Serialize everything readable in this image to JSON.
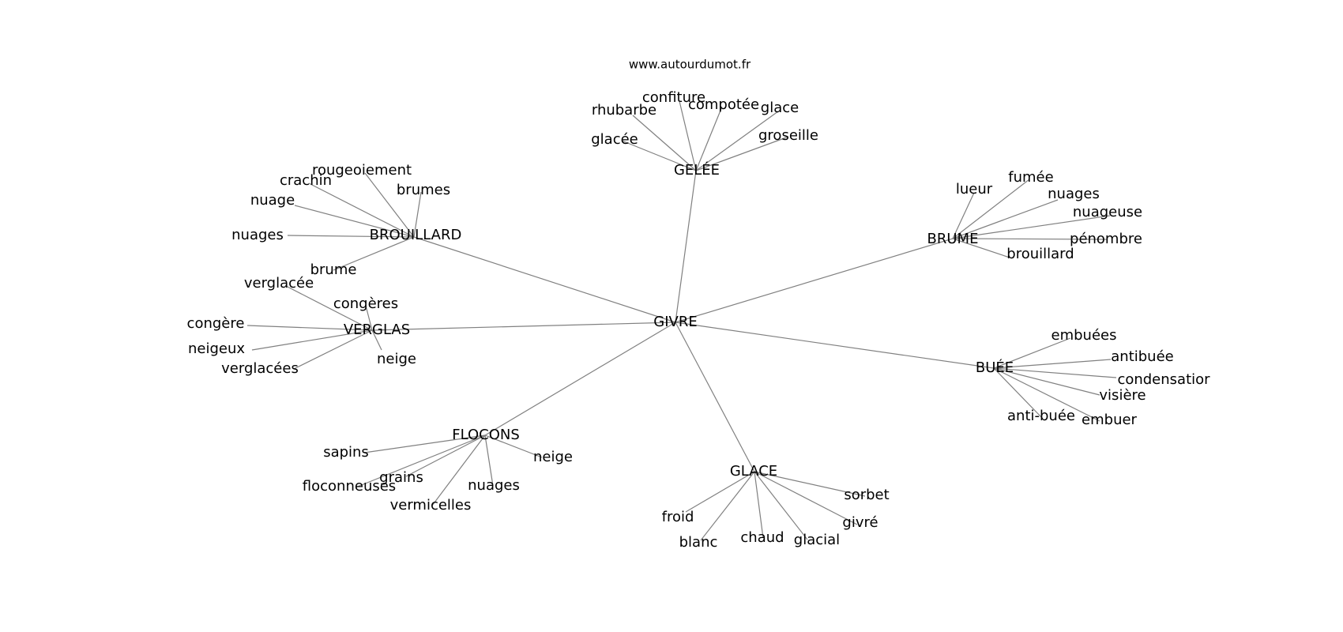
{
  "header": {
    "site": "www.autourdumot.fr"
  },
  "graph": {
    "center": {
      "id": "givre",
      "label": "GIVRE"
    },
    "hubs": [
      {
        "id": "gelee",
        "label": "GELÉE",
        "leaves": [
          "rhubarbe",
          "confiture",
          "compotée",
          "glace",
          "groseille",
          "glacée"
        ]
      },
      {
        "id": "brouillard",
        "label": "BROUILLARD",
        "leaves": [
          "rougeoiement",
          "crachin",
          "brumes",
          "nuage",
          "nuages",
          "brume"
        ]
      },
      {
        "id": "brume",
        "label": "BRUME",
        "leaves": [
          "lueur",
          "fumée",
          "nuages",
          "nuageuse",
          "pénombre",
          "brouillard"
        ]
      },
      {
        "id": "verglas",
        "label": "VERGLAS",
        "leaves": [
          "verglacée",
          "congères",
          "congère",
          "neigeux",
          "verglacées",
          "neige"
        ]
      },
      {
        "id": "buee",
        "label": "BUÉE",
        "leaves": [
          "embuées",
          "antibuée",
          "condensatior",
          "visière",
          "anti-buée",
          "embuer"
        ]
      },
      {
        "id": "flocons",
        "label": "FLOCONS",
        "leaves": [
          "sapins",
          "neige",
          "grains",
          "floconneuses",
          "nuages",
          "vermicelles"
        ]
      },
      {
        "id": "glace",
        "label": "GLACE",
        "leaves": [
          "sorbet",
          "givré",
          "froid",
          "blanc",
          "chaud",
          "glacial"
        ]
      }
    ]
  },
  "colors": {
    "edge": "#808080",
    "text": "#000000",
    "background": "#ffffff"
  }
}
